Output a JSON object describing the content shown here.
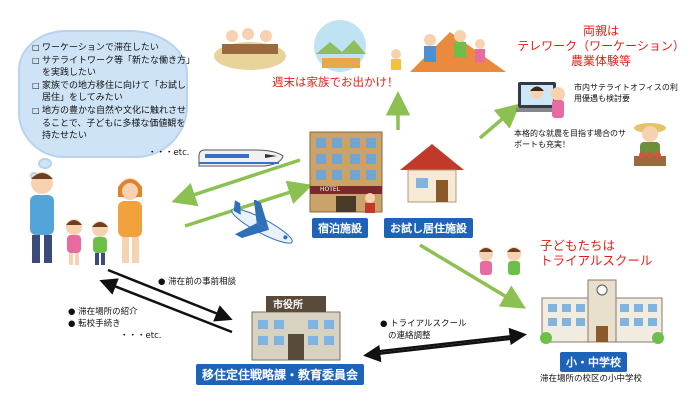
{
  "thought_bubble": {
    "items": [
      "ワーケーションで滞在したい",
      "サテライトワーク等「新たな働き方」を実践したい",
      "家族での地方移住に向けて「お試し居住」をしてみたい",
      "地方の豊かな自然や文化に触れさせることで、子どもに多様な価値観を持たせたい"
    ],
    "etc": "・・・etc."
  },
  "weekend_caption": "週末は家族でお出かけ！",
  "parents_heading_line1": "両親は",
  "parents_heading_line2": "テレワーク（ワーケーション）",
  "parents_heading_line3": "農業体験等",
  "satellite_office_text": "市内サテライトオフィスの利用優遇も検討要",
  "job_support_text": "本格的な就農を目指す場合のサポートも充実！",
  "lodging_label": "宿泊施設",
  "trial_housing_label": "お試し居住施設",
  "hotel_sign": "HOTEL",
  "children_heading_line1": "子どもたちは",
  "children_heading_line2": "トライアルスクール",
  "school_label": "小・中学校",
  "school_caption": "滞在場所の校区の小中学校",
  "city_hall_sign": "市役所",
  "city_hall_label": "移住定住戦略課・教育委員会",
  "consult_caption": "● 滞在前の事前相談",
  "services_line1": "● 滞在場所の紹介",
  "services_line2": "● 転校手続き",
  "services_etc": "・・・etc.",
  "coordination_line1": "● トライアルスクール",
  "coordination_line2": "の連絡調整",
  "colors": {
    "arrow_green": "#8cc152",
    "label_blue": "#1d63b8",
    "accent_red": "#e0201a",
    "bubble_blue": "#cfe3f6"
  }
}
